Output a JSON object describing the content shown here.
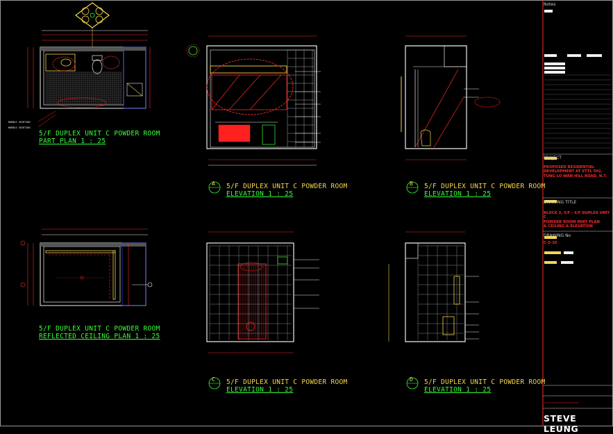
{
  "drawings": {
    "part_plan": {
      "line1": "5/F DUPLEX UNIT C POWDER ROOM",
      "line2": "PART PLAN  1 : 25"
    },
    "rcp": {
      "line1": "5/F DUPLEX UNIT C POWDER ROOM",
      "line2": "REFLECTED CEILING PLAN  1 : 25"
    },
    "elev_a": {
      "tag": "A",
      "line1": "5/F DUPLEX UNIT C POWDER ROOM",
      "line2": "ELEVATION  1 : 25"
    },
    "elev_b": {
      "tag": "B",
      "line1": "5/F DUPLEX UNIT C POWDER ROOM",
      "line2": "ELEVATION  1 : 25"
    },
    "elev_c": {
      "tag": "C",
      "line1": "5/F DUPLEX UNIT C POWDER ROOM",
      "line2": "ELEVATION  1 : 25"
    },
    "elev_d": {
      "tag": "D",
      "line1": "5/F DUPLEX UNIT C POWDER ROOM",
      "line2": "ELEVATION  1 : 25"
    }
  },
  "title_block": {
    "notes_label": "Notes",
    "project_label": "PROJECT",
    "project_text": [
      "PROPOSED RESIDENTIAL",
      "DEVELOPMENT AT STTL 592,",
      "TUNG LO WAN HILL ROAD, N.T."
    ],
    "drawing_title_label": "DRAWING TITLE",
    "drawing_title_text": [
      "BLOCK 3, 5/F - 6/F DUPLEX UNIT C",
      "POWDER ROOM PART PLAN",
      "& CEILING & ELEVATION"
    ],
    "drawing_no_label": "DRAWING No",
    "drawing_no": "C-5-10",
    "brand": "STEVE LEUNG"
  },
  "colors": {
    "background": "#000000",
    "line_white": "#f0f0f0",
    "red": "#ff2020",
    "yellow": "#f5d84a",
    "green": "#37ff37",
    "magenta": "#ff2aff",
    "cyan": "#3affff",
    "blue": "#3a3aff"
  }
}
